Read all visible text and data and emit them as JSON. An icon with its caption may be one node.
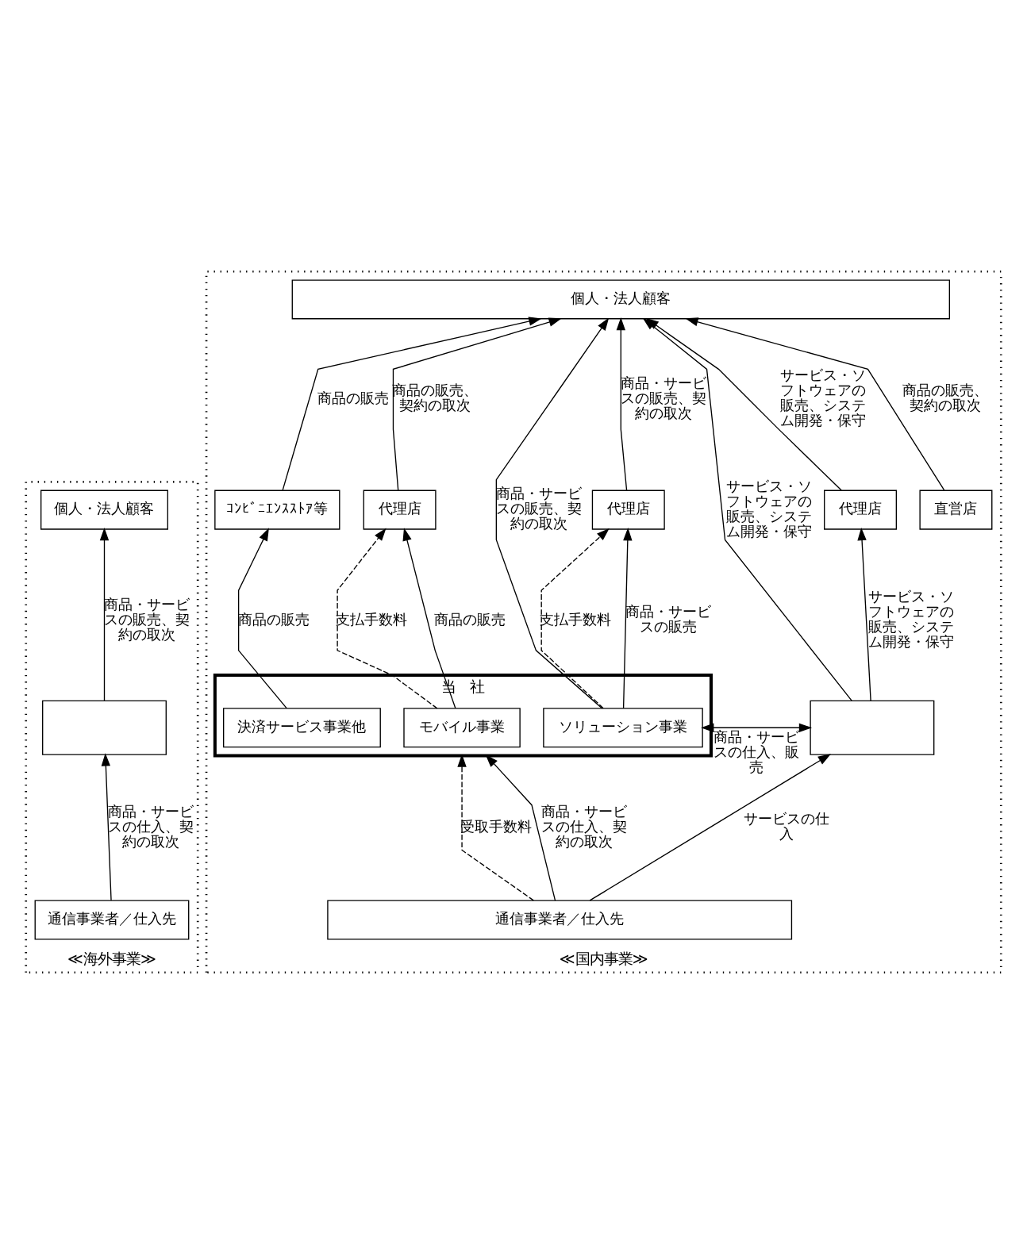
{
  "diagram": {
    "nodes": [
      {
        "text": [
          "≪海外事業≫"
        ]
      },
      {
        "text": [
          "≪国内事業≫"
        ]
      },
      {
        "text": [
          "個人・法人顧客"
        ],
        "in": 0
      },
      {
        "text": [
          "個人・法人顧客"
        ],
        "in": 1
      },
      {
        "text": [],
        "shape": "box",
        "in": 0
      },
      {
        "text": [
          "通信事業者／仕入先"
        ],
        "in": 0
      },
      {
        "text": [
          "ｺﾝﾋﾞﾆｴﾝｽｽﾄｱ等"
        ],
        "in": 1
      },
      {
        "text": [
          "直営店"
        ],
        "in": 1
      },
      {
        "text": [
          "代理店"
        ],
        "in": 1
      },
      {
        "text": [
          "代理店"
        ],
        "in": 1
      },
      {
        "text": [
          "代理店"
        ],
        "in": 1
      },
      {
        "text": [
          "当　社"
        ],
        "in": 1
      },
      {
        "text": [
          "決済サービス事業他"
        ],
        "in": 11
      },
      {
        "text": [
          "モバイル事業"
        ],
        "in": 11
      },
      {
        "text": [
          "ソリューション事業"
        ],
        "in": 11
      },
      {
        "text": [],
        "shape": "box",
        "in": 1
      },
      {
        "text": [
          "通信事業者／仕入先"
        ],
        "in": 1
      }
    ],
    "edges": [
      {
        "from": 5,
        "to": 4,
        "arrow": "to",
        "label": "商品・サービスの仕入、契約の取次"
      },
      {
        "from": 4,
        "to": 2,
        "arrow": "to",
        "label": "商品・サービスの販売、契約の取次"
      },
      {
        "from": 6,
        "to": 3,
        "arrow": "to",
        "label": "商品の販売"
      },
      {
        "from": 12,
        "to": 6,
        "arrow": "to",
        "label": "商品の販売"
      },
      {
        "from": 7,
        "to": 3,
        "arrow": "to",
        "label": "商品の販売、契約の取次"
      },
      {
        "from": 8,
        "to": 3,
        "arrow": "to",
        "label": "商品の販売、契約の取次"
      },
      {
        "from": 13,
        "to": 8,
        "arrow": "to",
        "label": "支払手数料",
        "style": "dashed"
      },
      {
        "from": 13,
        "to": 8,
        "arrow": "to",
        "label": "商品の販売"
      },
      {
        "from": 9,
        "to": 3,
        "arrow": "to",
        "label": "商品・サービスの販売、契約の取次"
      },
      {
        "from": 14,
        "to": 3,
        "arrow": "to",
        "label": "商品・サービスの販売、契約の取次"
      },
      {
        "from": 14,
        "to": 9,
        "arrow": "to",
        "label": "支払手数料",
        "style": "dashed"
      },
      {
        "from": 14,
        "to": 9,
        "arrow": "to",
        "label": "商品・サービスの販売"
      },
      {
        "from": 10,
        "to": 3,
        "arrow": "to",
        "label": "サービス・ソフトウェアの販売、システム開発・保守"
      },
      {
        "from": 15,
        "to": 3,
        "arrow": "to",
        "label": "サービス・ソフトウェアの販売、システム開発・保守"
      },
      {
        "from": 15,
        "to": 10,
        "arrow": "to",
        "label": "サービス・ソフトウェアの販売、システム開発・保守"
      },
      {
        "from": 14,
        "to": 15,
        "arrow": "both",
        "label": "商品・サービスの仕入、販売"
      },
      {
        "from": 16,
        "to": 11,
        "arrow": "to",
        "label": "受取手数料",
        "style": "dashed"
      },
      {
        "from": 16,
        "to": 11,
        "arrow": "to",
        "label": "商品・サービスの仕入、契約の取次"
      },
      {
        "from": 16,
        "to": 15,
        "arrow": "to",
        "label": "サービスの仕入"
      }
    ]
  }
}
